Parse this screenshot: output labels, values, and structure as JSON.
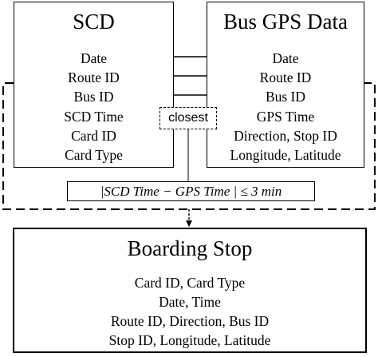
{
  "scd": {
    "title": "SCD",
    "fields": [
      "Date",
      "Route ID",
      "Bus ID",
      "SCD Time",
      "Card ID",
      "Card Type"
    ]
  },
  "gps": {
    "title": "Bus GPS Data",
    "fields": [
      "Date",
      "Route ID",
      "Bus ID",
      "GPS Time",
      "Direction, Stop ID",
      "Longitude, Latitude"
    ]
  },
  "matcher": {
    "label": "closest",
    "condition": "|SCD Time − GPS Time | ≤ 3 min"
  },
  "output": {
    "title": "Boarding Stop",
    "lines": [
      "Card ID, Card Type",
      "Date, Time",
      "Route ID, Direction, Bus ID",
      "Stop ID, Longitude, Latitude"
    ]
  }
}
